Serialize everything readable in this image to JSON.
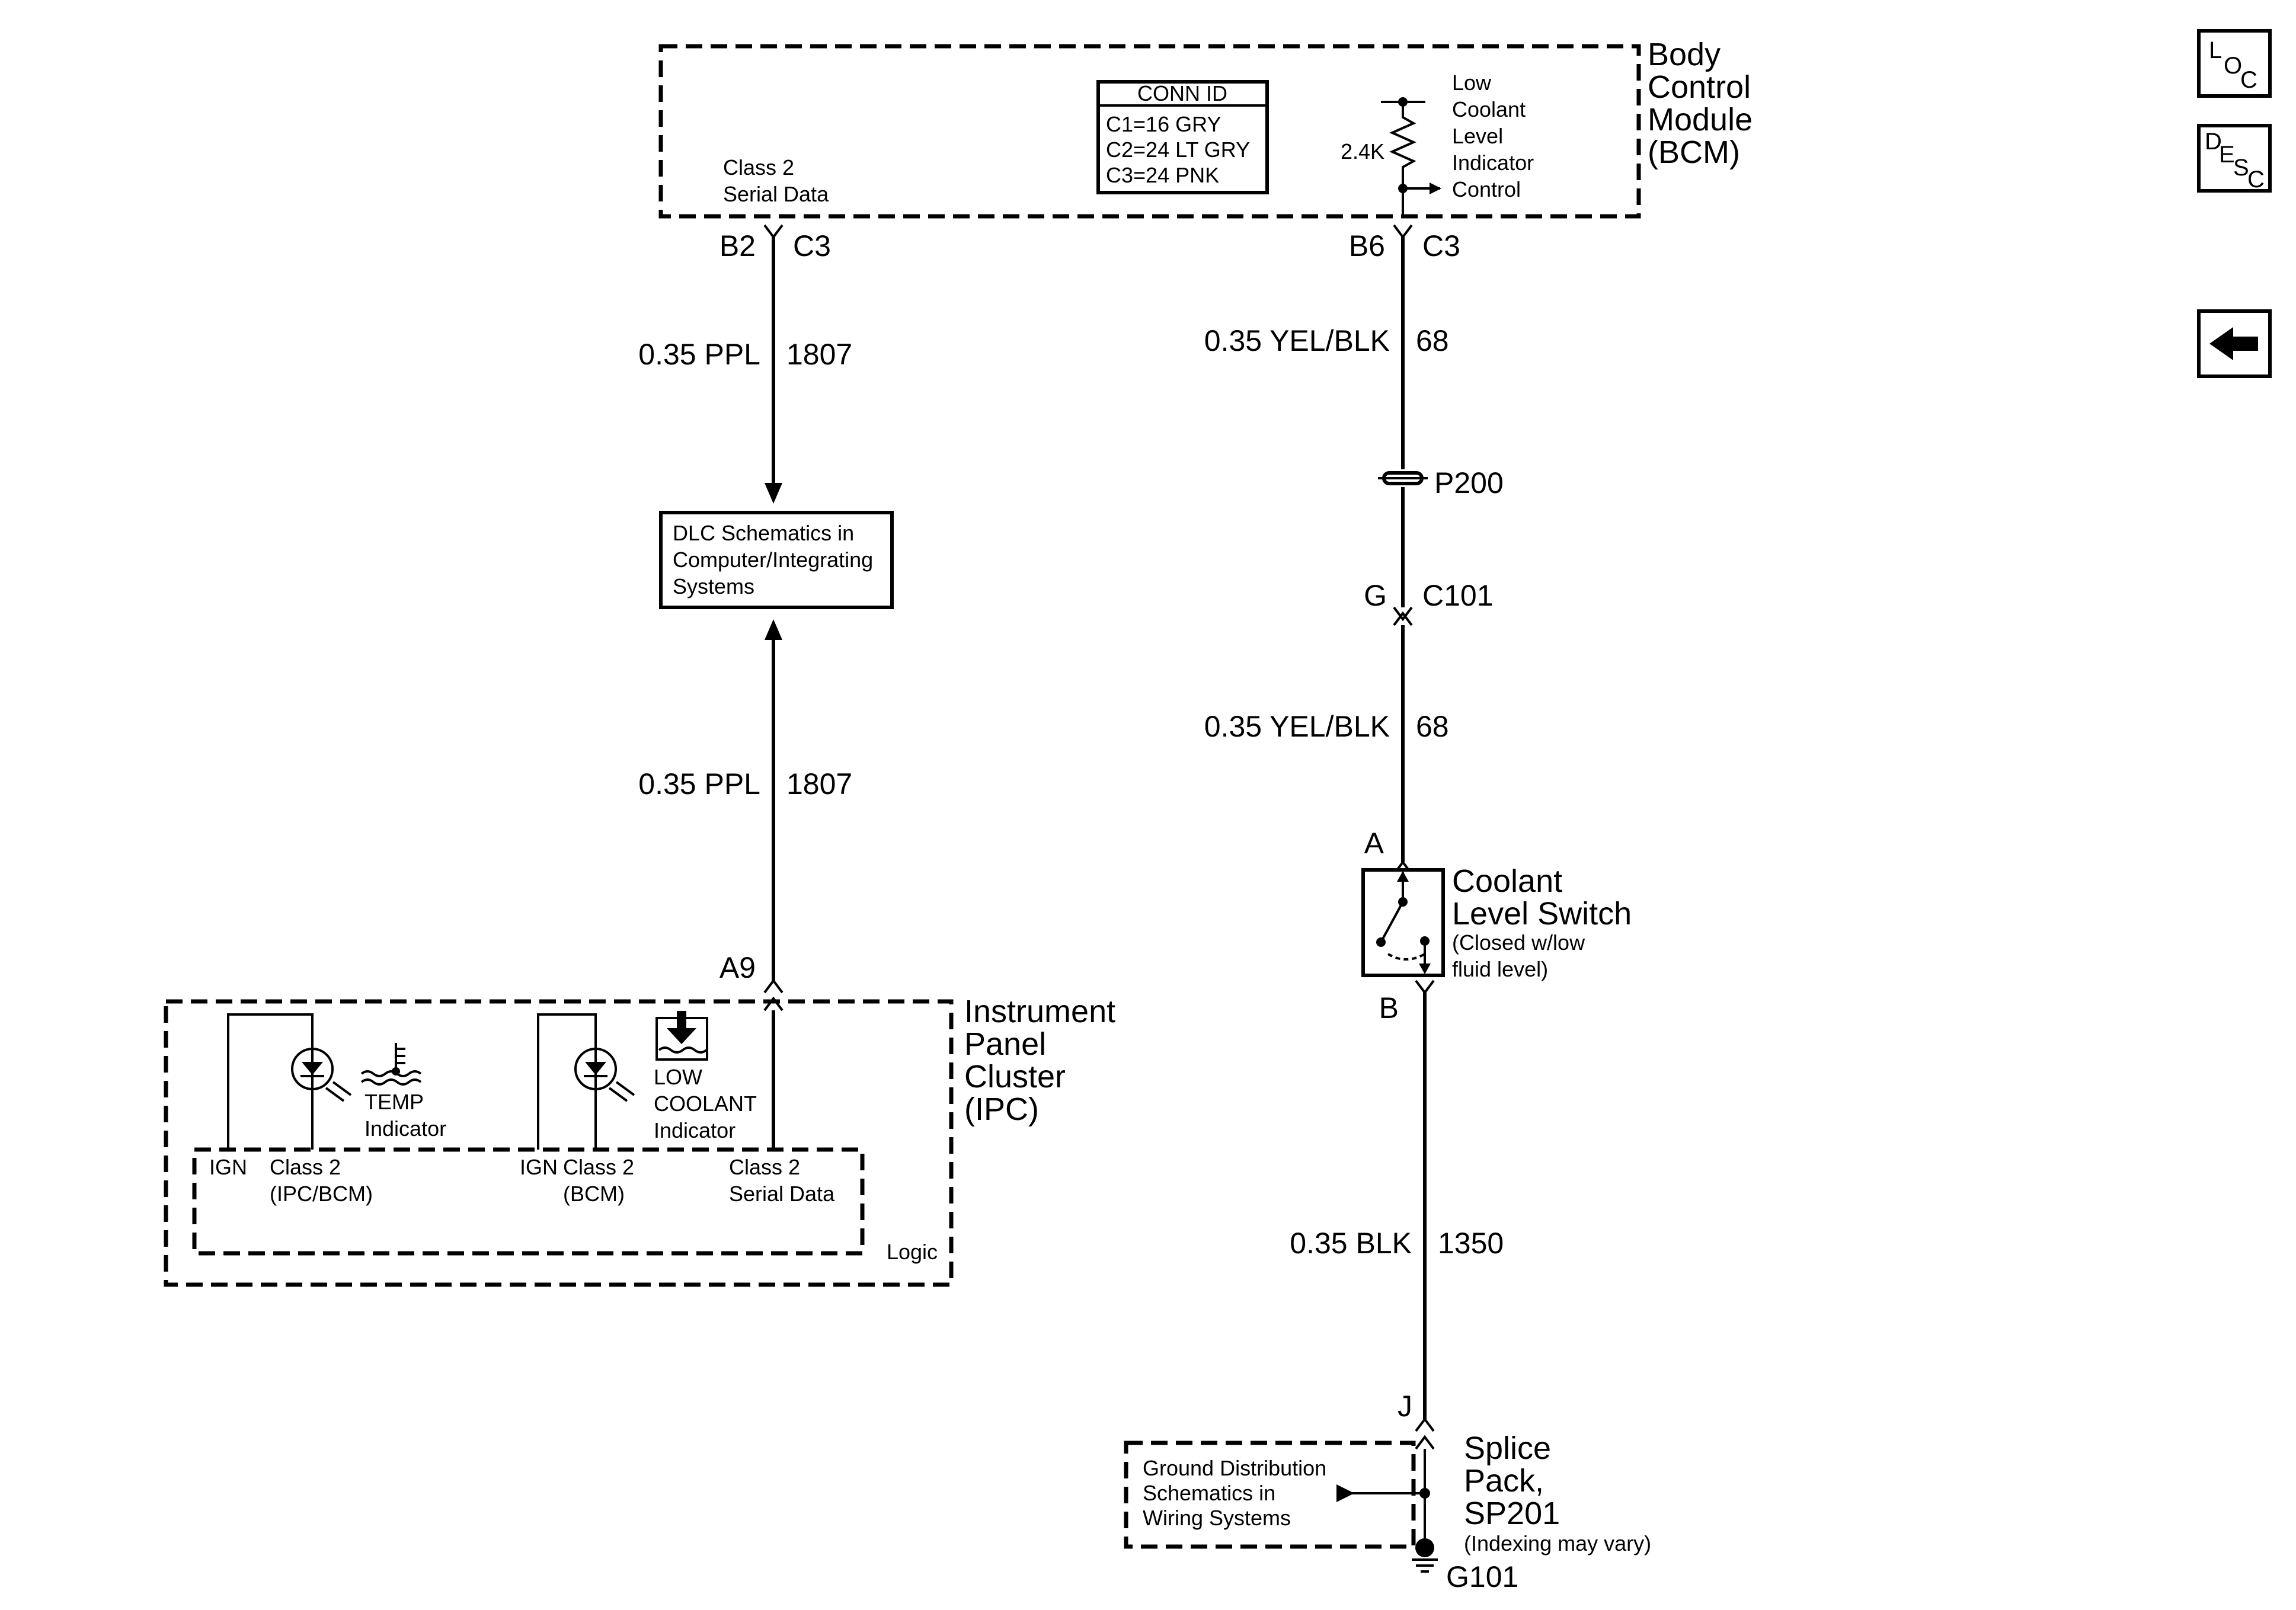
{
  "bcm": {
    "title": [
      "Body",
      "Control",
      "Module",
      "(BCM)"
    ],
    "class2_label": [
      "Class 2",
      "Serial Data"
    ],
    "conn_id": {
      "header": "CONN ID",
      "rows": [
        "C1=16 GRY",
        "C2=24 LT GRY",
        "C3=24 PNK"
      ]
    },
    "resistor_value": "2.4K",
    "low_coolant_label": [
      "Low",
      "Coolant",
      "Level",
      "Indicator",
      "Control"
    ],
    "pin_left": "B2",
    "conn_left": "C3",
    "pin_right": "B6",
    "conn_right": "C3"
  },
  "wires": {
    "w1807_top": {
      "gauge": "0.35 PPL",
      "circuit": "1807"
    },
    "w1807_bottom": {
      "gauge": "0.35 PPL",
      "circuit": "1807"
    },
    "w68_top": {
      "gauge": "0.35 YEL/BLK",
      "circuit": "68"
    },
    "w68_mid": {
      "gauge": "0.35 YEL/BLK",
      "circuit": "68"
    },
    "w1350": {
      "gauge": "0.35 BLK",
      "circuit": "1350"
    }
  },
  "dlc": {
    "lines": [
      "DLC Schematics in",
      "Computer/Integrating",
      "Systems"
    ]
  },
  "p200": "P200",
  "c101": {
    "pin": "G",
    "conn": "C101"
  },
  "switch": {
    "pin_top": "A",
    "pin_bottom": "B",
    "title": [
      "Coolant",
      "Level Switch"
    ],
    "note": [
      "(Closed w/low",
      "fluid level)"
    ]
  },
  "ipc": {
    "title": [
      "Instrument",
      "Panel",
      "Cluster",
      "(IPC)"
    ],
    "pin": "A9",
    "temp_label": [
      "TEMP",
      "Indicator"
    ],
    "low_coolant_label": [
      "LOW",
      "COOLANT",
      "Indicator"
    ],
    "ign1": "IGN",
    "class2_ipcbcm": [
      "Class 2",
      "(IPC/BCM)"
    ],
    "ign2": "IGN",
    "class2_bcm": [
      "Class 2",
      "(BCM)"
    ],
    "class2_serial": [
      "Class 2",
      "Serial Data"
    ],
    "logic": "Logic"
  },
  "splice": {
    "pin": "J",
    "title": [
      "Splice",
      "Pack,",
      "SP201"
    ],
    "note": "(Indexing may vary)",
    "ground_ref": [
      "Ground Distribution",
      "Schematics in",
      "Wiring Systems"
    ],
    "ground": "G101"
  },
  "nav": {
    "loc": [
      "L",
      "O",
      "C"
    ],
    "desc": [
      "D",
      "E",
      "S",
      "C"
    ]
  }
}
